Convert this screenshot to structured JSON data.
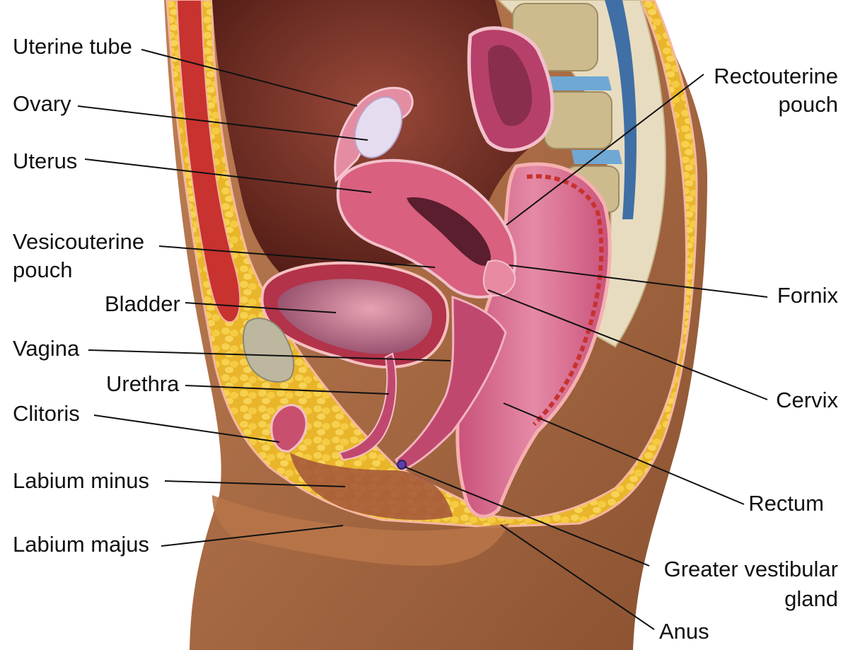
{
  "labels": {
    "uterine_tube": "Uterine tube",
    "ovary": "Ovary",
    "uterus": "Uterus",
    "vesicouterine_line1": "Vesicouterine",
    "vesicouterine_line2": "pouch",
    "bladder": "Bladder",
    "vagina": "Vagina",
    "urethra": "Urethra",
    "clitoris": "Clitoris",
    "labium_minus": "Labium minus",
    "labium_majus": "Labium majus",
    "rectouterine_line1": "Rectouterine",
    "rectouterine_line2": "pouch",
    "fornix": "Fornix",
    "cervix": "Cervix",
    "rectum": "Rectum",
    "greater_vestibular_line1": "Greater vestibular",
    "greater_vestibular_line2": "gland",
    "anus": "Anus"
  },
  "colors": {
    "skin": "#a8693f",
    "skin_light": "#c98a5c",
    "fat": "#f2c230",
    "cavity": "#6e2a20",
    "organ_pink": "#d9607f",
    "organ_light": "#ef9ab0",
    "bladder_inner": "#a9607a",
    "muscle_red": "#c8322f",
    "spine_bone": "#cdbb8e",
    "disc_blue": "#6fa8d4",
    "ovary_white": "#e6dcef"
  }
}
